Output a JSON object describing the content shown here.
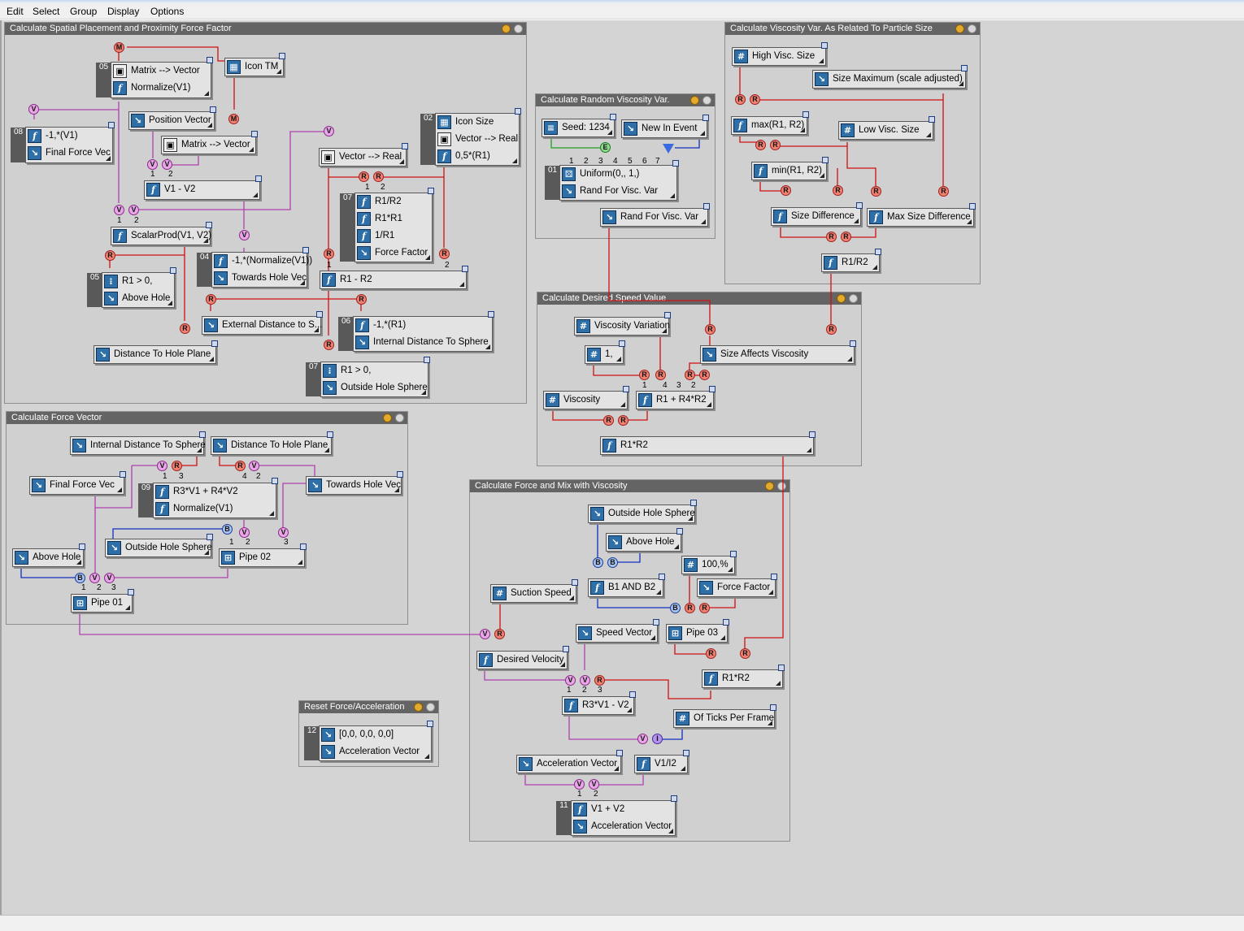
{
  "menu": [
    "Edit",
    "Select",
    "Group",
    "Display",
    "Options"
  ],
  "groups": [
    {
      "key": "spatial",
      "title": "Calculate Spatial Placement and Proximity Force Factor"
    },
    {
      "key": "viscsize",
      "title": "Calculate Viscosity Var. As Related To Particle Size"
    },
    {
      "key": "randvisc",
      "title": "Calculate Random Viscosity Var."
    },
    {
      "key": "speed",
      "title": "Calculate Desired Speed Value"
    },
    {
      "key": "forcevec",
      "title": "Calculate Force Vector"
    },
    {
      "key": "forcemix",
      "title": "Calculate Force and Mix with Viscosity"
    },
    {
      "key": "reset",
      "title": "Reset Force/Acceleration"
    }
  ],
  "operators": [
    {
      "id": "matvec05",
      "num": "05",
      "rows": [
        {
          "icon": "out-icon",
          "label": "Matrix --> Vector"
        },
        {
          "icon": "function-icon",
          "label": "Normalize(V1)"
        }
      ]
    },
    {
      "id": "icontm",
      "rows": [
        {
          "icon": "display-icon",
          "label": "Icon TM"
        }
      ]
    },
    {
      "id": "finalvec08",
      "num": "08",
      "rows": [
        {
          "icon": "function-icon",
          "label": "-1,*(V1)"
        },
        {
          "icon": "output-icon",
          "label": "Final Force Vec"
        }
      ]
    },
    {
      "id": "posvec",
      "rows": [
        {
          "icon": "input-icon",
          "label": "Position Vector"
        }
      ]
    },
    {
      "id": "matvec2",
      "rows": [
        {
          "icon": "out-icon",
          "label": "Matrix --> Vector"
        }
      ]
    },
    {
      "id": "v1v2",
      "rows": [
        {
          "icon": "function-icon",
          "label": "V1 - V2"
        }
      ]
    },
    {
      "id": "vecreal",
      "rows": [
        {
          "icon": "out-icon",
          "label": "Vector --> Real"
        }
      ]
    },
    {
      "id": "iconsize02",
      "num": "02",
      "rows": [
        {
          "icon": "display-icon",
          "label": "Icon Size"
        },
        {
          "icon": "out-icon",
          "label": "Vector --> Real"
        },
        {
          "icon": "function-icon",
          "label": "0,5*(R1)"
        }
      ]
    },
    {
      "id": "r1r2_07",
      "num": "07",
      "rows": [
        {
          "icon": "function-icon",
          "label": "R1/R2"
        },
        {
          "icon": "function-icon",
          "label": "R1*R1"
        },
        {
          "icon": "function-icon",
          "label": "1/R1"
        },
        {
          "icon": "output-icon",
          "label": "Force Factor"
        }
      ]
    },
    {
      "id": "scalarprod",
      "rows": [
        {
          "icon": "function-icon",
          "label": "ScalarProd(V1, V2)"
        }
      ]
    },
    {
      "id": "towards04",
      "num": "04",
      "rows": [
        {
          "icon": "function-icon",
          "label": "-1,*(Normalize(V1))"
        },
        {
          "icon": "output-icon",
          "label": "Towards Hole Vec"
        }
      ]
    },
    {
      "id": "above05",
      "num": "05",
      "rows": [
        {
          "icon": "compare-icon",
          "label": "R1 > 0,"
        },
        {
          "icon": "output-icon",
          "label": "Above Hole"
        }
      ]
    },
    {
      "id": "r1minus",
      "rows": [
        {
          "icon": "function-icon",
          "label": "R1 - R2"
        }
      ]
    },
    {
      "id": "extdist",
      "rows": [
        {
          "icon": "output-icon",
          "label": "External Distance to S..."
        }
      ]
    },
    {
      "id": "intdist06",
      "num": "06",
      "rows": [
        {
          "icon": "function-icon",
          "label": "-1,*(R1)"
        },
        {
          "icon": "output-icon",
          "label": "Internal Distance To Sphere"
        }
      ]
    },
    {
      "id": "disthole",
      "rows": [
        {
          "icon": "output-icon",
          "label": "Distance To Hole Plane"
        }
      ]
    },
    {
      "id": "outside07",
      "num": "07",
      "rows": [
        {
          "icon": "compare-icon",
          "label": "R1 > 0,"
        },
        {
          "icon": "output-icon",
          "label": "Outside Hole Sphere"
        }
      ]
    },
    {
      "id": "seed",
      "rows": [
        {
          "icon": "seed-icon",
          "label": "Seed: 1234"
        }
      ]
    },
    {
      "id": "newevent",
      "rows": [
        {
          "icon": "input-icon",
          "label": "New In Event"
        }
      ]
    },
    {
      "id": "uniform01",
      "num": "01",
      "rows": [
        {
          "icon": "dice-icon",
          "label": "Uniform(0,, 1,)"
        },
        {
          "icon": "output-icon",
          "label": "Rand For Visc. Var"
        }
      ]
    },
    {
      "id": "randvisc",
      "rows": [
        {
          "icon": "input-icon",
          "label": "Rand For Visc. Var"
        }
      ]
    },
    {
      "id": "highvisc",
      "rows": [
        {
          "icon": "hash-icon",
          "label": "High Visc. Size"
        }
      ]
    },
    {
      "id": "sizemax",
      "rows": [
        {
          "icon": "input-icon",
          "label": "Size Maximum (scale adjusted)"
        }
      ]
    },
    {
      "id": "maxr1r2",
      "rows": [
        {
          "icon": "function-icon",
          "label": "max(R1, R2)"
        }
      ]
    },
    {
      "id": "lowvisc",
      "rows": [
        {
          "icon": "hash-icon",
          "label": "Low Visc. Size"
        }
      ]
    },
    {
      "id": "minr1r2",
      "rows": [
        {
          "icon": "function-icon",
          "label": "min(R1, R2)"
        }
      ]
    },
    {
      "id": "sizediff",
      "rows": [
        {
          "icon": "function-icon",
          "label": "Size Difference"
        }
      ]
    },
    {
      "id": "maxsizediff",
      "rows": [
        {
          "icon": "function-icon",
          "label": "Max Size Difference"
        }
      ]
    },
    {
      "id": "r1divr2",
      "rows": [
        {
          "icon": "function-icon",
          "label": "R1/R2"
        }
      ]
    },
    {
      "id": "viscvar",
      "rows": [
        {
          "icon": "hash-icon",
          "label": "Viscosity Variation"
        }
      ]
    },
    {
      "id": "one",
      "rows": [
        {
          "icon": "hash-icon",
          "label": "1,"
        }
      ]
    },
    {
      "id": "sizeaffects",
      "rows": [
        {
          "icon": "input-icon",
          "label": "Size Affects Viscosity"
        }
      ]
    },
    {
      "id": "viscosity",
      "rows": [
        {
          "icon": "hash-icon",
          "label": "Viscosity"
        }
      ]
    },
    {
      "id": "r1r4r2",
      "rows": [
        {
          "icon": "function-icon",
          "label": "R1 + R4*R2"
        }
      ]
    },
    {
      "id": "r1xr2a",
      "rows": [
        {
          "icon": "function-icon",
          "label": "R1*R2"
        }
      ]
    },
    {
      "id": "intdistin",
      "rows": [
        {
          "icon": "input-icon",
          "label": "Internal Distance To Sphere"
        }
      ]
    },
    {
      "id": "distholein",
      "rows": [
        {
          "icon": "input-icon",
          "label": "Distance To Hole Plane"
        }
      ]
    },
    {
      "id": "finalvecin",
      "rows": [
        {
          "icon": "input-icon",
          "label": "Final Force Vec"
        }
      ]
    },
    {
      "id": "r3v1_09",
      "num": "09",
      "rows": [
        {
          "icon": "function-icon",
          "label": "R3*V1 + R4*V2"
        },
        {
          "icon": "function-icon",
          "label": "Normalize(V1)"
        }
      ]
    },
    {
      "id": "towardsin",
      "rows": [
        {
          "icon": "input-icon",
          "label": "Towards Hole Vec"
        }
      ]
    },
    {
      "id": "outsidein",
      "rows": [
        {
          "icon": "input-icon",
          "label": "Outside Hole Sphere"
        }
      ]
    },
    {
      "id": "pipe02",
      "rows": [
        {
          "icon": "pipe-icon",
          "label": "Pipe 02"
        }
      ]
    },
    {
      "id": "abovein",
      "rows": [
        {
          "icon": "input-icon",
          "label": "Above Hole"
        }
      ]
    },
    {
      "id": "pipe01",
      "rows": [
        {
          "icon": "pipe-icon",
          "label": "Pipe 01"
        }
      ]
    },
    {
      "id": "outsidein2",
      "rows": [
        {
          "icon": "input-icon",
          "label": "Outside Hole Sphere"
        }
      ]
    },
    {
      "id": "abovein2",
      "rows": [
        {
          "icon": "input-icon",
          "label": "Above Hole"
        }
      ]
    },
    {
      "id": "hundred",
      "rows": [
        {
          "icon": "hash-icon",
          "label": "100,%"
        }
      ]
    },
    {
      "id": "b1andb2",
      "rows": [
        {
          "icon": "function-icon",
          "label": "B1 AND B2"
        }
      ]
    },
    {
      "id": "forcefactorin",
      "rows": [
        {
          "icon": "input-icon",
          "label": "Force Factor"
        }
      ]
    },
    {
      "id": "suction",
      "rows": [
        {
          "icon": "hash-icon",
          "label": "Suction Speed"
        }
      ]
    },
    {
      "id": "speedvec",
      "rows": [
        {
          "icon": "input-icon",
          "label": "Speed Vector"
        }
      ]
    },
    {
      "id": "pipe03",
      "rows": [
        {
          "icon": "pipe-icon",
          "label": "Pipe 03"
        }
      ]
    },
    {
      "id": "desiredvel",
      "rows": [
        {
          "icon": "function-icon",
          "label": "Desired Velocity"
        }
      ]
    },
    {
      "id": "r1xr2b",
      "rows": [
        {
          "icon": "function-icon",
          "label": "R1*R2"
        }
      ]
    },
    {
      "id": "r3v1v2",
      "rows": [
        {
          "icon": "function-icon",
          "label": "R3*V1 - V2"
        }
      ]
    },
    {
      "id": "ticks",
      "rows": [
        {
          "icon": "hash-icon",
          "label": "Of Ticks Per Frame"
        }
      ]
    },
    {
      "id": "accelin",
      "rows": [
        {
          "icon": "input-icon",
          "label": "Acceleration Vector"
        }
      ]
    },
    {
      "id": "v1i2",
      "rows": [
        {
          "icon": "function-icon",
          "label": "V1/I2"
        }
      ]
    },
    {
      "id": "v1plus11",
      "num": "11",
      "rows": [
        {
          "icon": "function-icon",
          "label": "V1 + V2"
        },
        {
          "icon": "output-icon",
          "label": "Acceleration Vector"
        }
      ]
    },
    {
      "id": "reset12",
      "num": "12",
      "rows": [
        {
          "icon": "constant-icon",
          "label": "[0,0, 0,0, 0,0]"
        },
        {
          "icon": "output-icon",
          "label": "Acceleration Vector"
        }
      ]
    }
  ],
  "pin_letters": {
    "R": "R",
    "V": "V",
    "M": "M",
    "B": "B",
    "E": "E",
    "I": "I"
  },
  "indices": [
    "1",
    "2",
    "3",
    "4",
    "5",
    "6",
    "7"
  ],
  "colors": {
    "real": "#d01010",
    "vector": "#b040b0",
    "bool": "#1030c0",
    "event": "#20a020",
    "int": "#5030c0",
    "group_title": "#646464",
    "canvas": "#d4d4d4"
  }
}
